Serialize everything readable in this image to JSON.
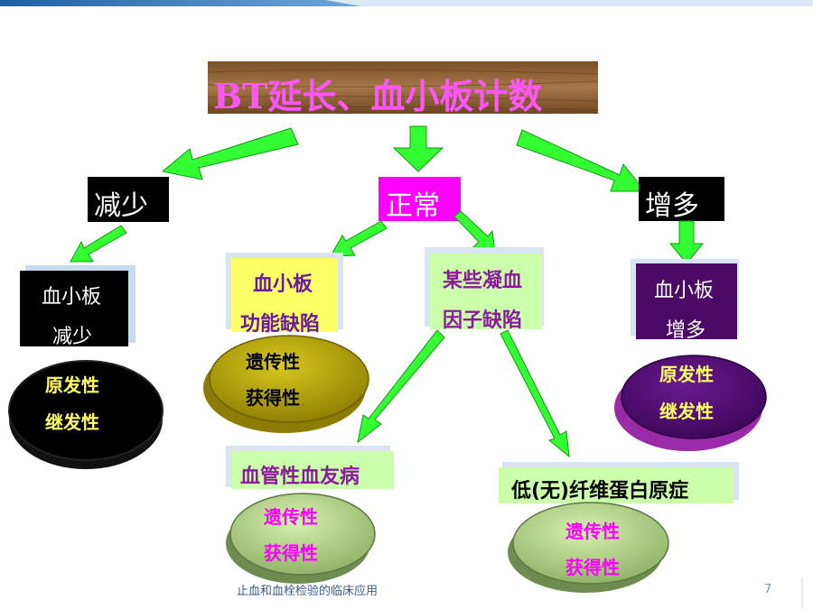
{
  "title": "BT延长、血小板计数",
  "branches": {
    "left": "减少",
    "center": "正常",
    "right": "增多"
  },
  "left_box": {
    "line1": "血小板",
    "line2": "减少"
  },
  "left_disc": {
    "line1": "原发性",
    "line2": "继发性"
  },
  "center_left_box": {
    "line1": "血小板",
    "line2": "功能缺陷"
  },
  "center_left_disc": {
    "line1": "遗传性",
    "line2": "获得性"
  },
  "center_right_box": {
    "line1": "某些凝血",
    "line2": "因子缺陷"
  },
  "right_box": {
    "line1": "血小板",
    "line2": "增多"
  },
  "right_disc": {
    "line1": "原发性",
    "line2": "继发性"
  },
  "vascular_box": {
    "label": "血管性血友病"
  },
  "vascular_disc": {
    "line1": "遗传性",
    "line2": "获得性"
  },
  "fibrinogen_box": {
    "label": "低(无)纤维蛋白原症"
  },
  "fibrinogen_disc": {
    "line1": "遗传性",
    "line2": "获得性"
  },
  "footer": {
    "caption": "止血和血栓检验的临床应用",
    "page_number": "7"
  },
  "colors": {
    "title_bg": "wood-brown",
    "magenta_box": "#ff00ff",
    "yellow": "#ffff66",
    "olive_disc": "#c8b400",
    "purple": "#4a0a66",
    "light_green": "#ccffaa",
    "arrow_green": "#33ff33",
    "label_purple": "#8b1a9e"
  }
}
